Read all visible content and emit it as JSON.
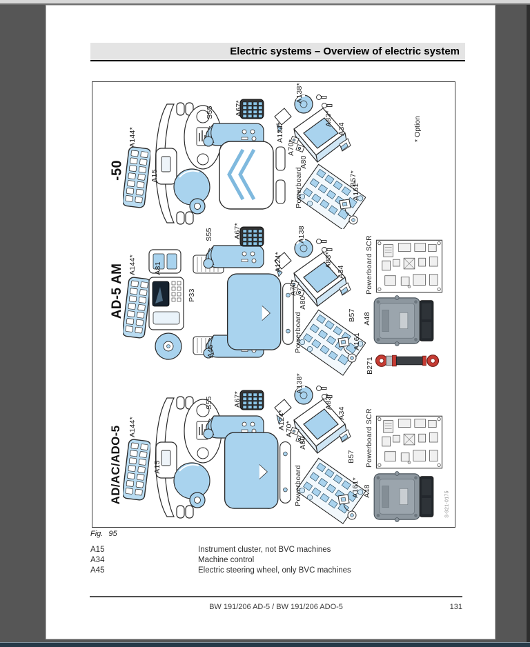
{
  "header": {
    "title": "Electric systems – Overview of electric system"
  },
  "figure": {
    "option_note": "* Option",
    "watermark": "S-921-0175",
    "rows": [
      {
        "machine": "-50",
        "labels": {
          "a144": "A144*",
          "a15": "A15",
          "s55": "S55",
          "a67": "A67*",
          "a124": "A124*",
          "a138": "A138*",
          "a83": "A83*",
          "a34": "A34",
          "a70": "A70*",
          "a80": "A80",
          "powerboard": "Powerboard",
          "b57": "B57*",
          "a161": "A161*"
        }
      },
      {
        "machine": "AD-5 AM",
        "labels": {
          "a144": "A144*",
          "a81": "A81",
          "p33": "P33",
          "s55": "S55",
          "a67": "A67*",
          "a45": "A45",
          "a124": "A124*",
          "a138": "A138",
          "a83": "A83*",
          "a34": "A34",
          "a70": "A70*",
          "a80": "A80",
          "powerboard": "Powerboard",
          "b57": "B57",
          "a161": "A161",
          "scr": "Powerboard SCR",
          "a48": "A48",
          "b271": "B271"
        }
      },
      {
        "machine": "AD/AC/ADO-5",
        "labels": {
          "a144": "A144*",
          "a15": "A15",
          "s55": "S55",
          "a67": "A67*",
          "a124": "A124*",
          "a138": "A138*",
          "a83": "A83*",
          "a34": "A34",
          "a70": "A70*",
          "a80": "A80",
          "powerboard": "Powerboard",
          "b57": "B57",
          "a161": "A161*",
          "scr": "Powerboard SCR",
          "a48": "A48"
        }
      }
    ]
  },
  "caption": "Fig. 95",
  "legend": [
    {
      "code": "A15",
      "desc": "Instrument cluster, not BVC machines"
    },
    {
      "code": "A34",
      "desc": "Machine control"
    },
    {
      "code": "A45",
      "desc": "Electric steering wheel, only BVC machines"
    }
  ],
  "footer": {
    "doc": "BW 191/206 AD-5 / BW 191/206 ADO-5",
    "page": "131"
  }
}
